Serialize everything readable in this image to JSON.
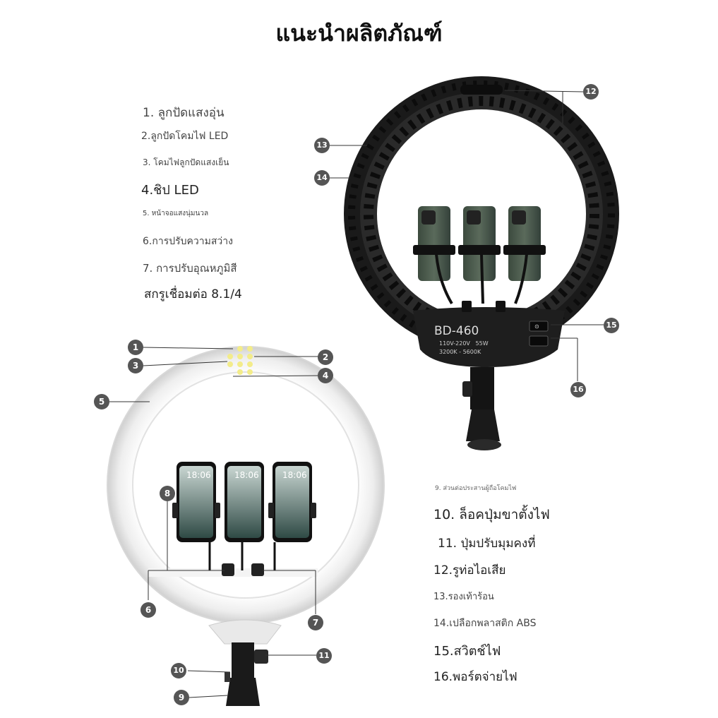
{
  "title": "แนะนำผลิตภัณฑ์",
  "features": {
    "f1": "1. ลูกปัดแสงอุ่น",
    "f2": "2.ลูกปัดโคมไฟ LED",
    "f3": "3. โคมไฟลูกปัดแสงเย็น",
    "f4": "4.ชิป LED",
    "f5": "5. หน้าจอแสงนุ่มนวล",
    "f6": "6.การปรับความสว่าง",
    "f7": "7. การปรับอุณหภูมิสี",
    "f8": "สกรูเชื่อมต่อ 8.1/4",
    "f9": "9. ส่วนต่อประสานผู้ถือโคมไฟ",
    "f10": "10. ล็อคปุ่มขาตั้งไฟ",
    "f11": "11. ปุ่มปรับมุมคงที่",
    "f12": "12.รูท่อไอเสีย",
    "f13": "13.รองเท้าร้อน",
    "f14": "14.เปลือกพลาสติก ABS",
    "f15": "15.สวิตช์ไฟ",
    "f16": "16.พอร์ตจ่ายไฟ"
  },
  "back_panel": {
    "model": "BD-460",
    "spec_power": "110V-220V   55W",
    "spec_temp": "3200K - 5600K"
  },
  "phone_clock": "18:06",
  "callouts": [
    "1",
    "2",
    "3",
    "4",
    "5",
    "6",
    "7",
    "8",
    "9",
    "10",
    "11",
    "12",
    "13",
    "14",
    "15",
    "16"
  ],
  "colors": {
    "callout": "#555555",
    "ring_back": "#1c1c1c",
    "ring_front": "#f4f4f4"
  }
}
